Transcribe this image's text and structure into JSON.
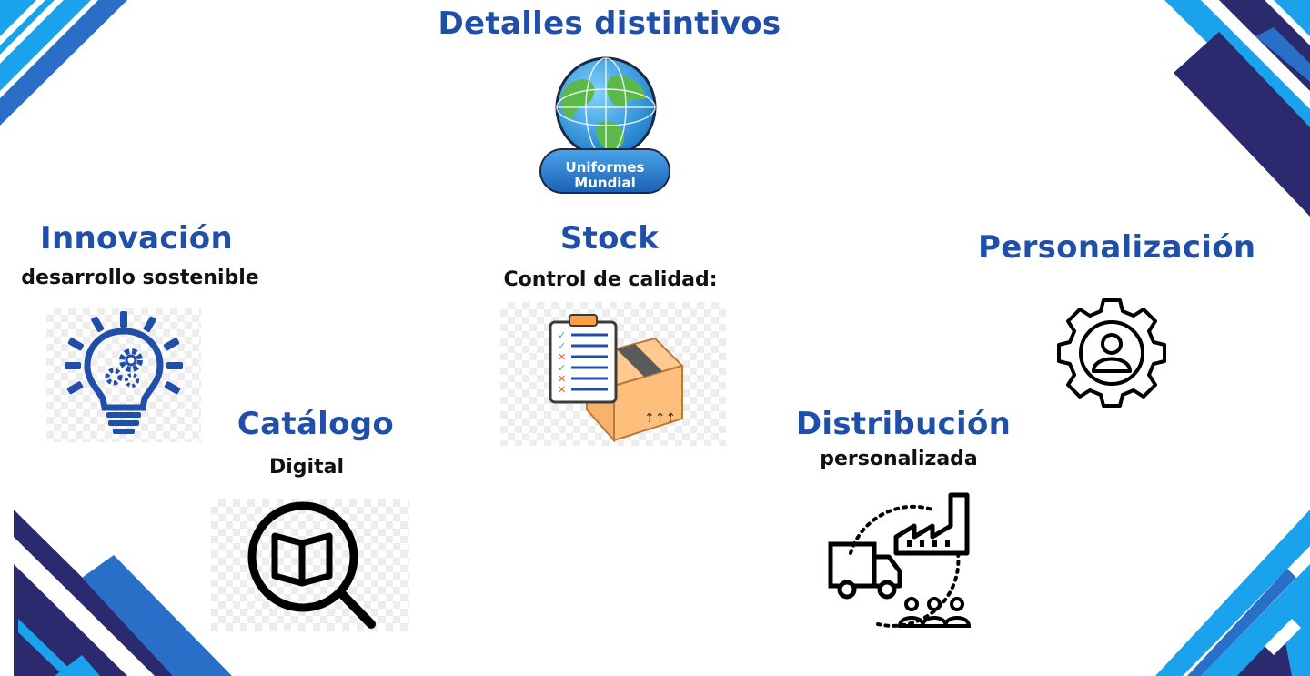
{
  "title": "Detalles distintivos",
  "logo": {
    "line1": "Uniformes",
    "line2": "Mundial"
  },
  "sections": {
    "innovacion": {
      "heading": "Innovación",
      "sub": "desarrollo sostenible",
      "icon": "lightbulb-gears-icon"
    },
    "catalogo": {
      "heading": "Catálogo",
      "sub": "Digital",
      "icon": "magnifier-book-icon"
    },
    "stock": {
      "heading": "Stock",
      "sub": "Control de calidad:",
      "icon": "clipboard-box-icon"
    },
    "distribucion": {
      "heading": "Distribución",
      "sub": "personalizada",
      "icon": "truck-factory-people-icon"
    },
    "personalizacion": {
      "heading": "Personalización",
      "icon": "gear-user-icon"
    }
  },
  "colors": {
    "heading": "#1f4fa8",
    "navy": "#2b2a6e",
    "sky": "#1aa3ec",
    "royal": "#2a6fc7"
  }
}
